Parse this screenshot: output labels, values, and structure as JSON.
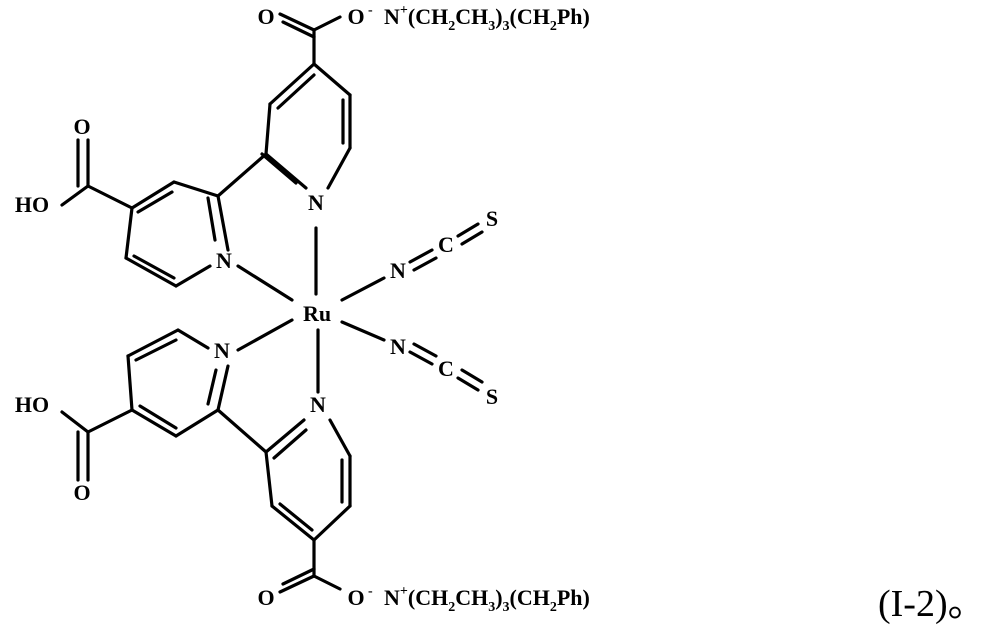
{
  "figure": {
    "atoms": {
      "metal": "Ru",
      "n_top_right": "N",
      "n_top_left": "N",
      "n_bottom_left": "N",
      "n_bottom_right": "N",
      "ncs_top_n": "N",
      "ncs_top_c": "C",
      "ncs_top_s": "S",
      "ncs_bottom_n": "N",
      "ncs_bottom_c": "C",
      "ncs_bottom_s": "S",
      "o_top_carbonyl": "O",
      "o_top_anion": "O",
      "o_left_top_carbonyl": "O",
      "o_bottom_carbonyl": "O",
      "o_bottom_anion": "O",
      "o_left_bottom_carbonyl": "O",
      "ho_top": "HO",
      "ho_bottom": "HO"
    },
    "counterion": {
      "n": "N",
      "charge_plus": "+",
      "charge_minus": "-",
      "text_a": "(CH",
      "sub_a": "2",
      "text_b": "CH",
      "sub_b": "3",
      "text_c": ")",
      "sub_c": "3",
      "text_d": "(CH",
      "sub_d": "2",
      "text_e": "Ph)"
    },
    "caption": "(I-2)。"
  }
}
